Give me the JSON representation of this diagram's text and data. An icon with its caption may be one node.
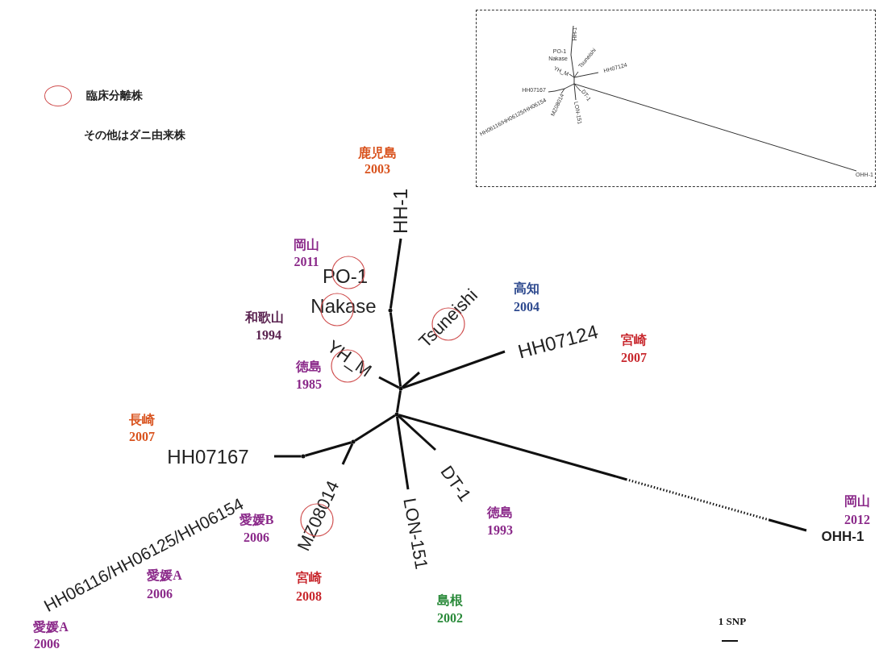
{
  "diagram": {
    "nodes": [
      {
        "text": [
          "HH-1"
        ],
        "beside": [
          "鹿児島",
          "2003"
        ]
      },
      {
        "text": [
          "PO-1"
        ],
        "beside": [
          "岡山",
          "2011"
        ]
      },
      {
        "text": [
          "Nakase"
        ],
        "beside": [
          "和歌山",
          "1994"
        ]
      },
      {
        "text": [
          "Tsuneishi"
        ],
        "beside": [
          "高知",
          "2004"
        ]
      },
      {
        "text": [
          "YH_M"
        ],
        "beside": [
          "徳島",
          "1985"
        ]
      },
      {
        "text": [
          "HH07124"
        ],
        "beside": [
          "宮崎",
          "2007"
        ]
      },
      {
        "text": [
          "HH07167"
        ],
        "beside": [
          "長崎",
          "2007"
        ]
      },
      {
        "text": [
          "HH06116/HH06125/HH06154"
        ],
        "beside": [
          "愛媛B",
          "2006",
          "愛媛A",
          "2006",
          "愛媛A",
          "2006"
        ]
      },
      {
        "text": [
          "MZ08014"
        ],
        "beside": [
          "宮崎",
          "2008"
        ]
      },
      {
        "text": [
          "LON-151"
        ],
        "beside": [
          "島根",
          "2002"
        ]
      },
      {
        "text": [
          "DT-1"
        ],
        "beside": [
          "徳島",
          "1993"
        ]
      },
      {
        "text": [
          "OHH-1"
        ],
        "beside": [
          "岡山",
          "2012"
        ]
      },
      {
        "text": [],
        "shape": "dot"
      },
      {
        "text": [],
        "shape": "dot"
      },
      {
        "text": [],
        "shape": "dot"
      },
      {
        "text": [],
        "shape": "dot"
      },
      {
        "text": [],
        "shape": "dot"
      },
      {
        "text": [],
        "shape": "box"
      }
    ],
    "edges": [
      {
        "from": 12,
        "to": 13,
        "arrow": "none"
      },
      {
        "from": 13,
        "to": 0,
        "arrow": "none"
      },
      {
        "from": 12,
        "to": 4,
        "arrow": "none"
      },
      {
        "from": 12,
        "to": 3,
        "arrow": "none"
      },
      {
        "from": 12,
        "to": 5,
        "arrow": "none"
      },
      {
        "from": 12,
        "to": 14,
        "arrow": "none"
      },
      {
        "from": 14,
        "to": 15,
        "arrow": "none"
      },
      {
        "from": 15,
        "to": 16,
        "arrow": "none"
      },
      {
        "from": 16,
        "to": 6,
        "arrow": "none"
      },
      {
        "from": 15,
        "to": 8,
        "arrow": "none"
      },
      {
        "from": 14,
        "to": 9,
        "arrow": "none"
      },
      {
        "from": 14,
        "to": 10,
        "arrow": "none"
      },
      {
        "from": 14,
        "to": 11,
        "arrow": "none",
        "style": "dashed"
      }
    ],
    "labels": [
      "その他はダニ由来株",
      "HH-1",
      "PO-1",
      "Nakase",
      "YH_M",
      "Tsuneishi",
      "HH07124",
      "HH07167",
      "HH06116/HH06125/HH06154",
      "MZ08014",
      "DT-1",
      "LON-151",
      "OHH-1",
      "1 SNP"
    ],
    "legend": [
      {
        "text": "臨床分離株"
      }
    ]
  }
}
